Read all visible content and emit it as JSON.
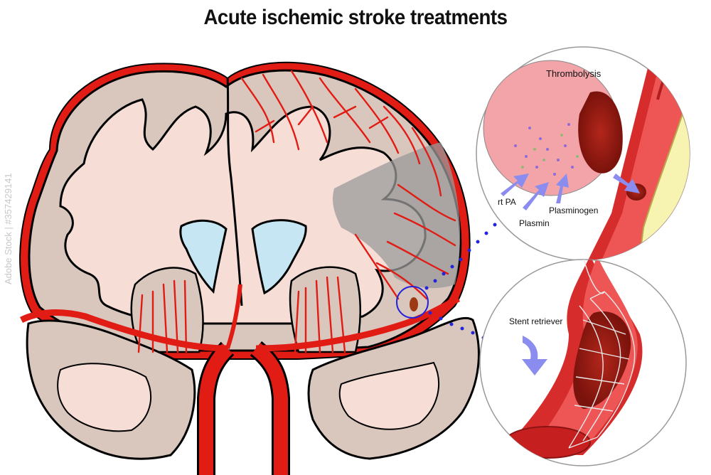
{
  "title": "Acute ischemic stroke treatments",
  "thrombolysis": {
    "heading": "Thrombolysis",
    "labels": [
      "rt PA",
      "Plasmin",
      "Plasminogen"
    ]
  },
  "stent": {
    "label": "Stent retriever"
  },
  "watermark": "Adobe Stock | #357429141",
  "colors": {
    "artery": "#e01c14",
    "cortex": "#d9c6bd",
    "white_matter": "#f6ddd5",
    "ventricle": "#c7e6f4",
    "infarct": "#9a9a9a",
    "arrow": "#8a8cf0"
  }
}
